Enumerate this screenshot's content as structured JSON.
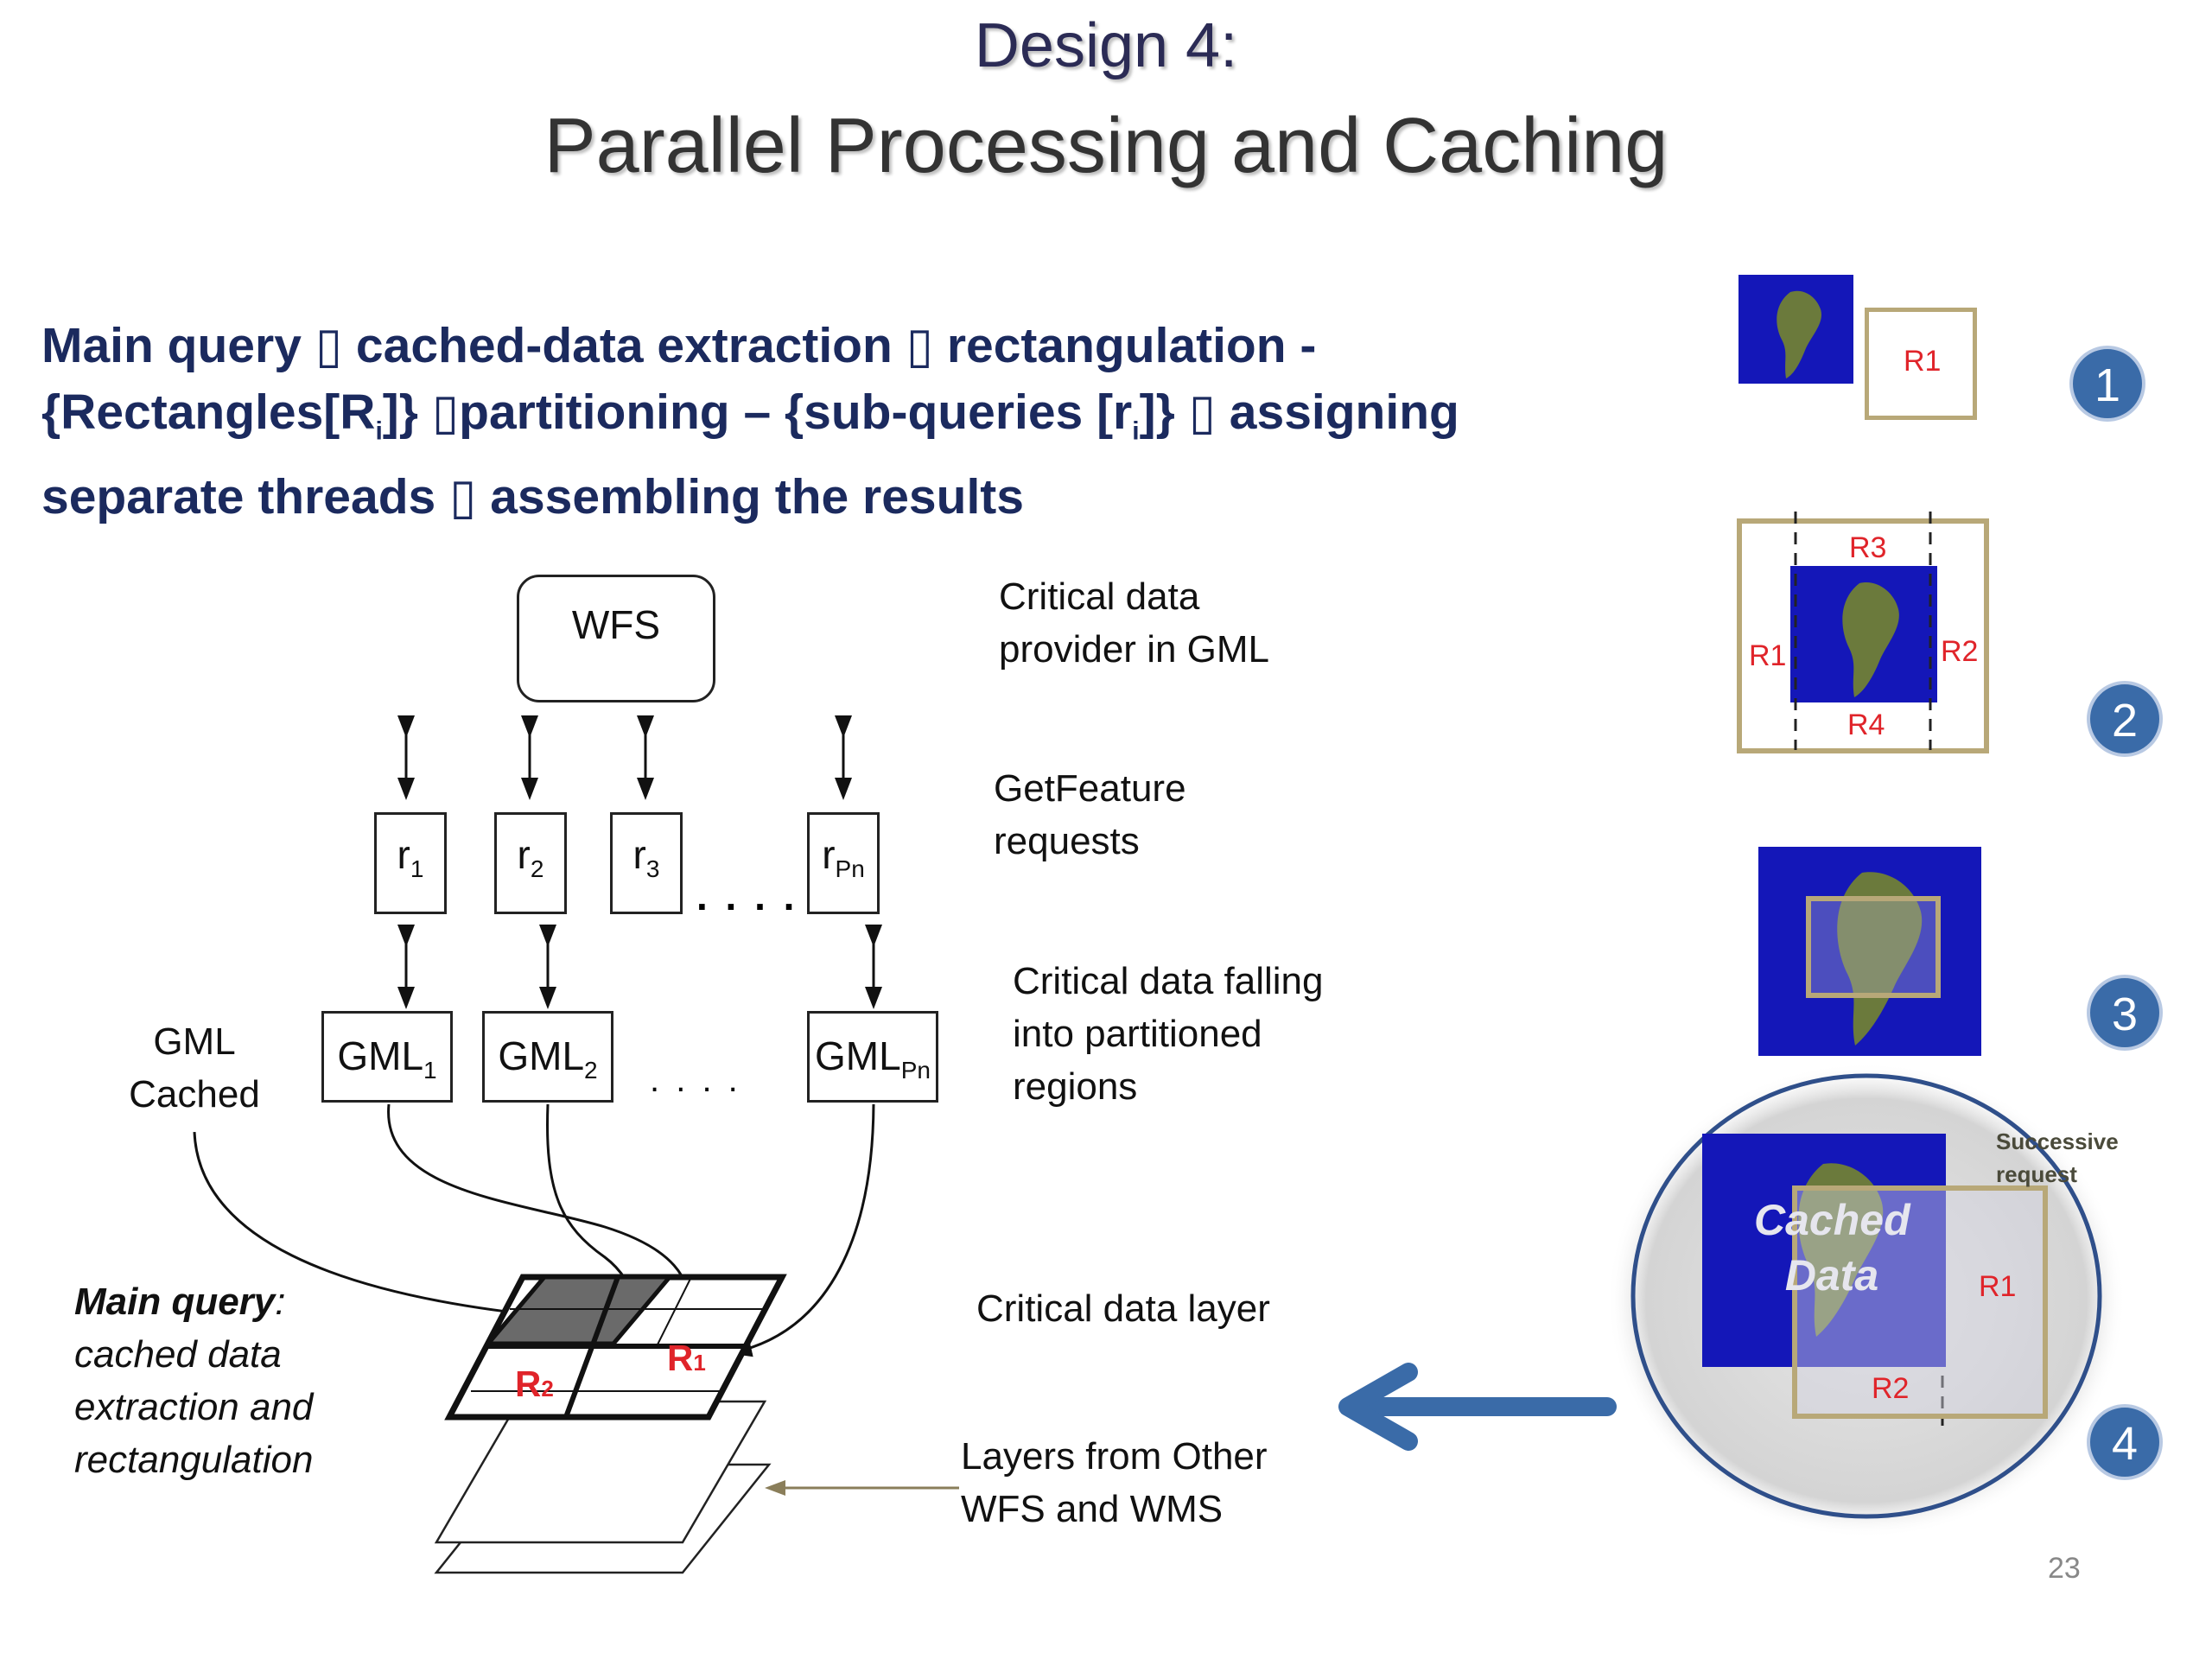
{
  "title_line1": "Design 4:",
  "title_line2": "Parallel Processing and Caching",
  "pipeline": {
    "line1": "Main query ▯ cached-data extraction ▯ rectangulation -",
    "line2_a": "{Rectangles[R",
    "line2_sub": "i",
    "line2_b": "]}  ▯partitioning – {sub-queries [r",
    "line2_sub2": "i",
    "line2_c": "]} ▯ assigning",
    "line3": "separate threads ▯ assembling the results"
  },
  "wfs_box": "WFS",
  "requests": [
    {
      "base": "r",
      "sub": "1"
    },
    {
      "base": "r",
      "sub": "2"
    },
    {
      "base": "r",
      "sub": "3"
    },
    {
      "base": "r",
      "sub": "Pn"
    }
  ],
  "gml_boxes": [
    {
      "base": "GML",
      "sub": "1"
    },
    {
      "base": "GML",
      "sub": "2"
    },
    {
      "base": "GML",
      "sub": "Pn"
    }
  ],
  "ellipsis_requests": ". . . .",
  "ellipsis_gml": ". . . .",
  "gml_cached": {
    "line1": "GML",
    "line2": "Cached"
  },
  "main_query": {
    "bold": "Main query",
    "colon": ":",
    "line2": "cached data",
    "line3": "extraction and",
    "line4": "rectangulation"
  },
  "layer_labels": {
    "r2": "R",
    "r2_sub": "2",
    "r1": "R",
    "r1_sub": "1"
  },
  "descriptions": {
    "d1_line1": "Critical data",
    "d1_line2": "provider in GML",
    "d2_line1": "GetFeature",
    "d2_line2": "requests",
    "d3_line1": "Critical data falling",
    "d3_line2": "into partitioned",
    "d3_line3": "regions",
    "d4": "Critical data layer",
    "d5_line1": "Layers from Other",
    "d5_line2": "WFS and WMS"
  },
  "steps": {
    "step1_label": "R1",
    "step2_labels": {
      "top": "R3",
      "left": "R1",
      "right": "R2",
      "bottom": "R4"
    },
    "step4": {
      "cached_line1": "Cached",
      "cached_line2": "Data",
      "successive_line1": "Successive",
      "successive_line2": "request",
      "r1": "R1",
      "r2": "R2"
    },
    "numbers": [
      "1",
      "2",
      "3",
      "4"
    ]
  },
  "page_number": "23",
  "colors": {
    "title": "#2b2b55",
    "pipeline_text": "#1b2a5e",
    "region_label": "#e0242a",
    "step_circle": "#3a6ba8",
    "big_arrow": "#3a6ba8",
    "frame": "#b8a878",
    "satellite_bg": "#1417b8"
  }
}
